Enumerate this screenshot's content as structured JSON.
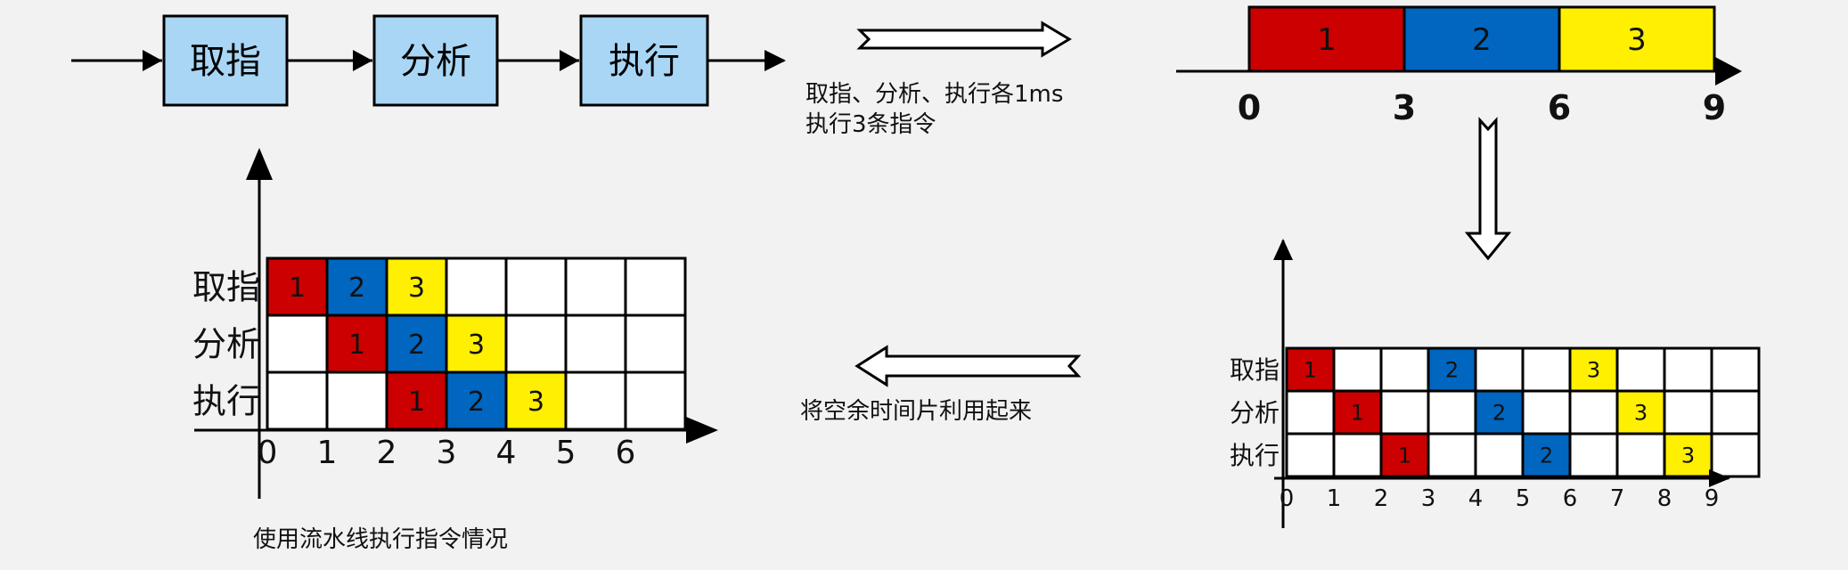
{
  "colors": {
    "stage_box": "#a9d6f5",
    "slot1": "#cc0000",
    "slot2": "#0066c0",
    "slot3": "#ffef00",
    "empty": "#ffffff",
    "line": "#000000"
  },
  "flow": {
    "stages": [
      "取指",
      "分析",
      "执行"
    ]
  },
  "notes": {
    "premise_line1": "取指、分析、执行各1ms",
    "premise_line2": "执行3条指令",
    "reuse": "将空余时间片利用起来",
    "pipeline_caption": "使用流水线执行指令情况"
  },
  "timeline": {
    "segments": [
      {
        "label": "1",
        "color_key": "slot1"
      },
      {
        "label": "2",
        "color_key": "slot2"
      },
      {
        "label": "3",
        "color_key": "slot3"
      }
    ],
    "ticks": [
      "0",
      "3",
      "6",
      "9"
    ]
  },
  "chart_data": [
    {
      "type": "table",
      "name": "sequential-schedule",
      "rows": [
        "取指",
        "分析",
        "执行"
      ],
      "x_ticks": [
        "0",
        "1",
        "2",
        "3",
        "4",
        "5",
        "6",
        "7",
        "8",
        "9"
      ],
      "cells": [
        [
          "1",
          "",
          "",
          "2",
          "",
          "",
          "3",
          "",
          "",
          ""
        ],
        [
          "",
          "1",
          "",
          "",
          "2",
          "",
          "",
          "3",
          "",
          ""
        ],
        [
          "",
          "",
          "1",
          "",
          "",
          "2",
          "",
          "",
          "3",
          ""
        ]
      ]
    },
    {
      "type": "table",
      "name": "pipeline-schedule",
      "rows": [
        "取指",
        "分析",
        "执行"
      ],
      "x_ticks": [
        "0",
        "1",
        "2",
        "3",
        "4",
        "5",
        "6"
      ],
      "cells": [
        [
          "1",
          "2",
          "3",
          "",
          "",
          "",
          ""
        ],
        [
          "",
          "1",
          "2",
          "3",
          "",
          "",
          ""
        ],
        [
          "",
          "",
          "1",
          "2",
          "3",
          "",
          ""
        ]
      ]
    }
  ]
}
